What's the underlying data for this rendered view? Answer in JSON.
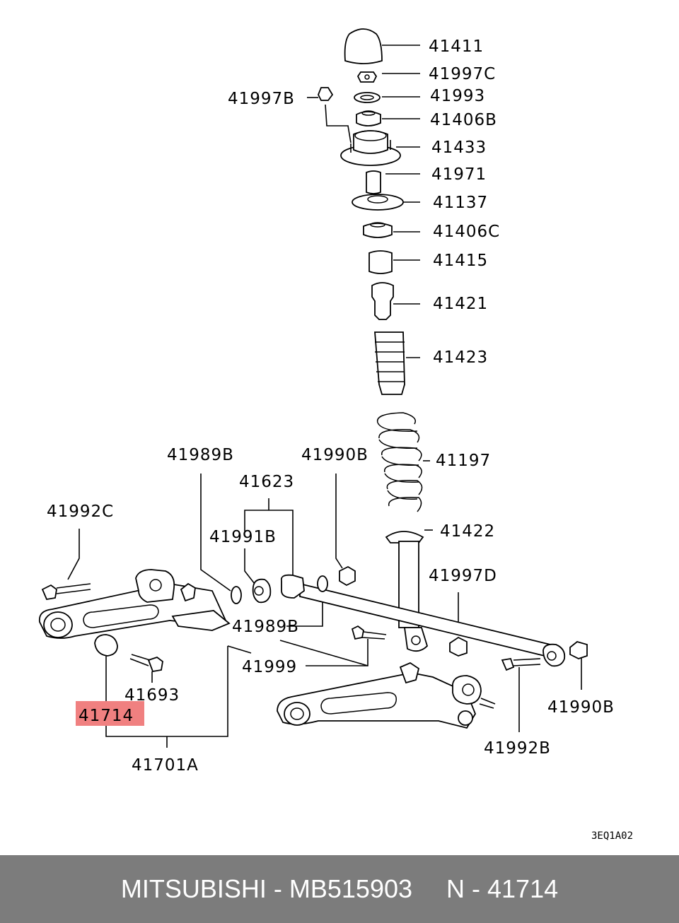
{
  "diagram": {
    "labels": {
      "l41411": "41411",
      "l41997C": "41997C",
      "l41997B": "41997B",
      "l41993": "41993",
      "l41406B": "41406B",
      "l41433": "41433",
      "l41971": "41971",
      "l41137": "41137",
      "l41406C": "41406C",
      "l41415": "41415",
      "l41421": "41421",
      "l41423": "41423",
      "l41197": "41197",
      "l41422": "41422",
      "l41989B_top": "41989B",
      "l41990B_top": "41990B",
      "l41623": "41623",
      "l41991B": "41991B",
      "l41992C": "41992C",
      "l41997D": "41997D",
      "l41989B_mid": "41989B",
      "l41999": "41999",
      "l41693": "41693",
      "l41714": "41714",
      "l41701A": "41701A",
      "l41990B_right": "41990B",
      "l41992B": "41992B"
    },
    "highlight_color": "#f08080",
    "diagram_code": "3EQ1A02"
  },
  "footer": {
    "brand": "MITSUBISHI",
    "part_number": "MB515903",
    "ref": "N - 41714",
    "bg_color": "#7c7c7c"
  }
}
